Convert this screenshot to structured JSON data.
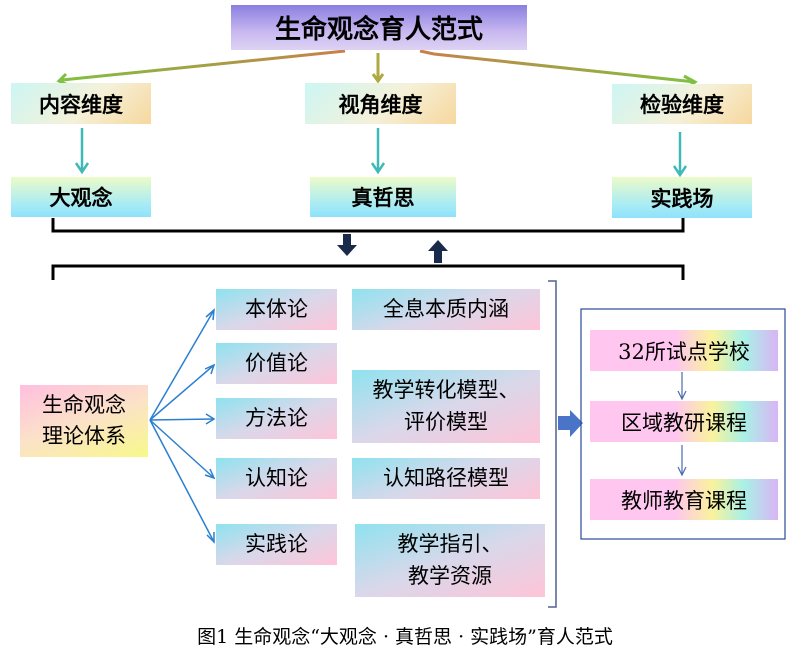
{
  "title": "生命观念育人范式",
  "dimensions": [
    {
      "label": "内容维度",
      "concept": "大观念"
    },
    {
      "label": "视角维度",
      "concept": "真哲思"
    },
    {
      "label": "检验维度",
      "concept": "实践场"
    }
  ],
  "theory_system": {
    "root": [
      "生命观念",
      "理论体系"
    ],
    "branches": [
      "本体论",
      "价值论",
      "方法论",
      "认知论",
      "实践论"
    ],
    "outcomes": [
      [
        "全息本质内涵"
      ],
      [
        "教学转化模型、",
        "评价模型"
      ],
      [
        "认知路径模型"
      ],
      [
        "教学指引、",
        "教学资源"
      ]
    ]
  },
  "practice": [
    "32所试点学校",
    "区域教研课程",
    "教师教育课程"
  ],
  "caption": "图1 生命观念“大观念 · 真哲思 · 实践场”育人范式"
}
